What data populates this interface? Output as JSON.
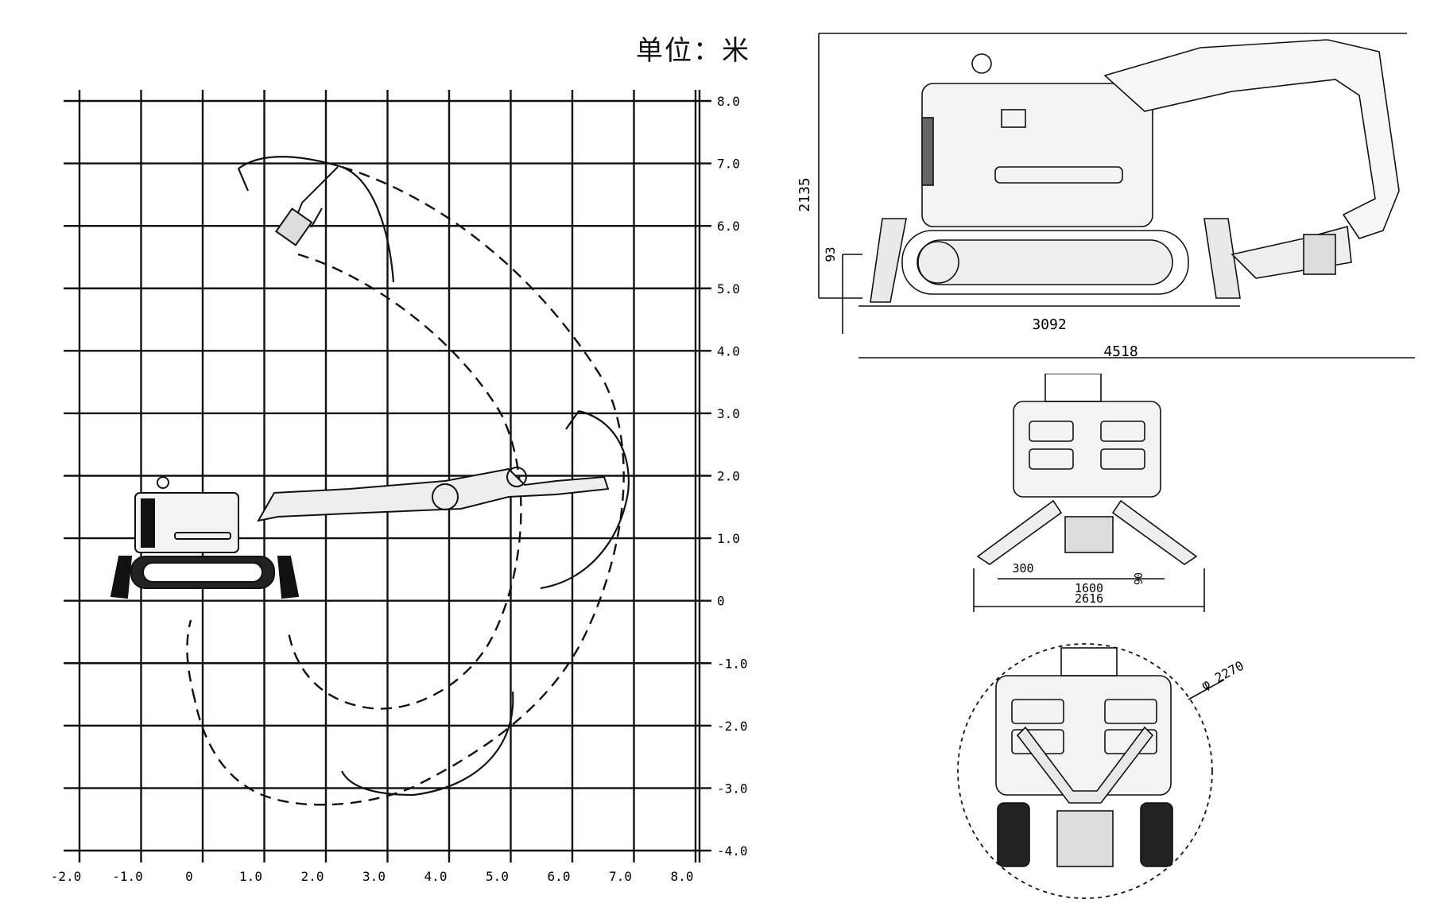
{
  "working_range": {
    "unit_label": "单位：米",
    "x_ticks": [
      "-2.0",
      "-1.0",
      "0",
      "1.0",
      "2.0",
      "3.0",
      "4.0",
      "5.0",
      "6.0",
      "7.0",
      "8.0"
    ],
    "y_ticks": [
      "8.0",
      "7.0",
      "6.0",
      "5.0",
      "4.0",
      "3.0",
      "2.0",
      "1.0",
      "0",
      "-1.0",
      "-2.0",
      "-3.0",
      "-4.0"
    ],
    "x_range": [
      -2.0,
      8.0
    ],
    "y_range": [
      -4.0,
      8.0
    ],
    "grid": true
  },
  "side_view": {
    "dims": {
      "height": "2135",
      "clearance": "93",
      "track_length": "3092",
      "overall_length": "4518"
    }
  },
  "front_view": {
    "dims": {
      "outrigger": "300",
      "track_gauge": "1600",
      "gap": "90",
      "outrigger_span": "2616"
    }
  },
  "rear_view": {
    "dims": {
      "swing_diameter": "φ 2270"
    }
  },
  "colors": {
    "line": "#111111",
    "background": "#ffffff"
  }
}
